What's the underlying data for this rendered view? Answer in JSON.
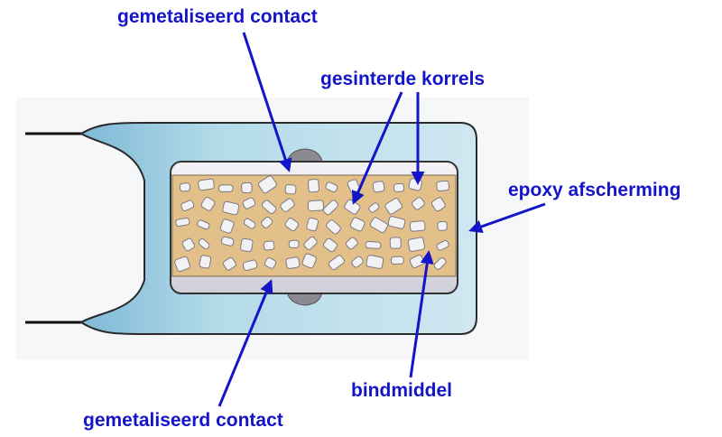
{
  "labels": {
    "top_contact": "gemetaliseerd contact",
    "granules": "gesinterde korrels",
    "epoxy": "epoxy afscherming",
    "binder": "bindmiddel",
    "bottom_contact": "gemetaliseerd contact"
  },
  "colors": {
    "label_text": "#1414c8",
    "arrow": "#1414c8",
    "epoxy_fill": "#b4dbe9",
    "binder_fill": "#e3c08a",
    "granule_fill": "#f2f2f4",
    "contact_plate": "#e6e6ec",
    "solder": "#8a8a90",
    "lead_wire": "#111111"
  }
}
